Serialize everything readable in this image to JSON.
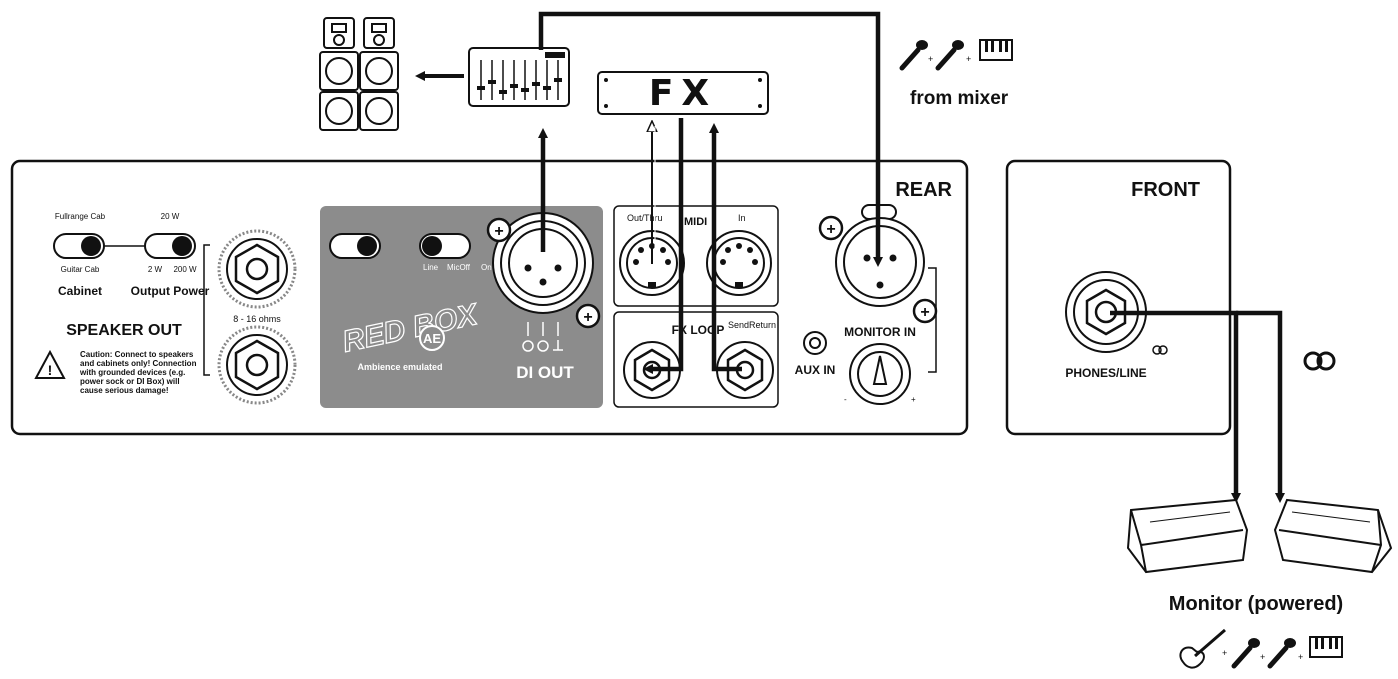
{
  "rear": {
    "title": "REAR",
    "cabinet": {
      "top": "Fullrange Cab",
      "bottom": "Guitar Cab",
      "label": "Cabinet"
    },
    "output_power": {
      "top": "20 W",
      "bottom_left": "2 W",
      "bottom_right": "200 W",
      "label": "Output Power"
    },
    "speaker_out": "SPEAKER OUT",
    "ohms": "8 - 16 ohms",
    "caution": [
      "Caution: Connect to speakers",
      "and cabinets only! Connection",
      "with grounded devices (e.g.",
      "power sock or DI Box) will",
      "cause serious damage!"
    ],
    "redbox": {
      "logo": "RED BOX",
      "ae": "AE",
      "caption": "Ambience emulated",
      "switch2_left": "Line",
      "switch2_mid": "MicOff",
      "switch2_right": "On"
    },
    "di_out": "DI OUT",
    "midi": {
      "label": "MIDI",
      "out_thru": "Out/Thru",
      "in": "In"
    },
    "fx_loop": {
      "label": "FX LOOP",
      "send_return": "SendReturn"
    },
    "aux_in": "AUX IN",
    "monitor_in": "MONITOR IN",
    "knob_minus": "-",
    "knob_plus": "+"
  },
  "front": {
    "title": "FRONT",
    "phones_line": "PHONES/LINE"
  },
  "fx_box": "FX",
  "from_mixer": "from mixer",
  "monitor_powered": "Monitor (powered)",
  "plus": "+"
}
